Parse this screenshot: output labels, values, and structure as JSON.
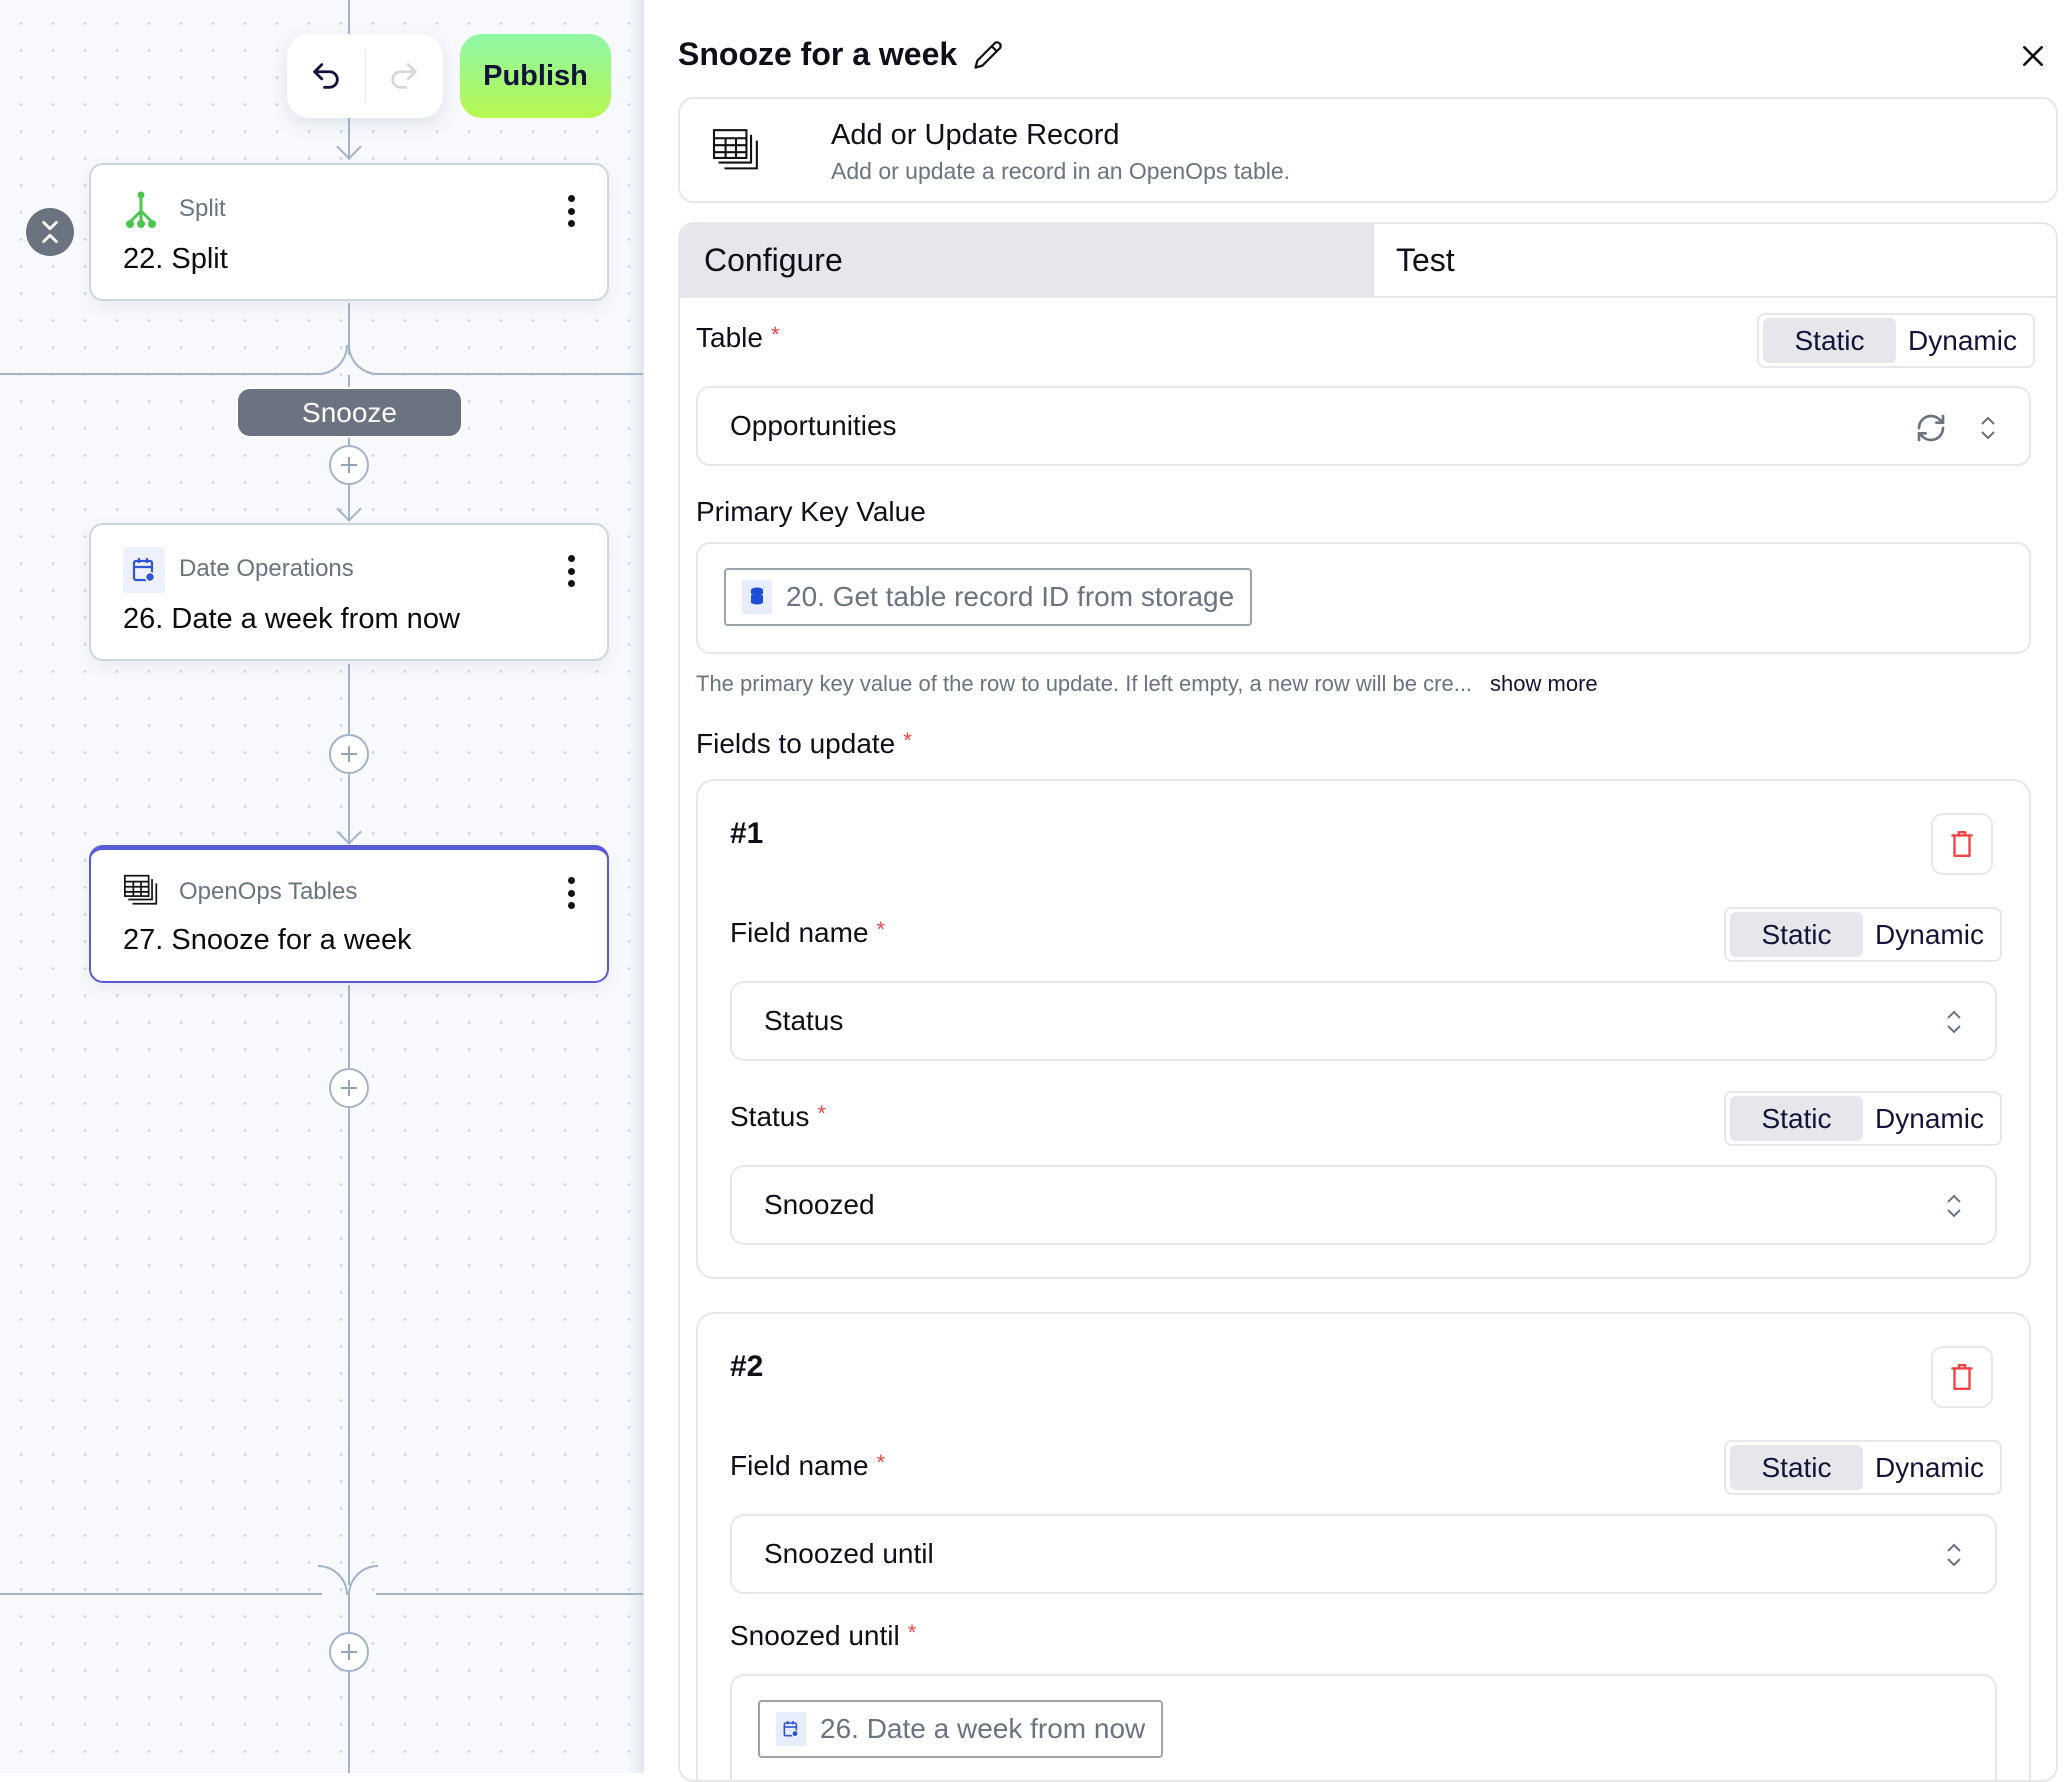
{
  "toolbar": {
    "undo_icon": "undo-icon",
    "redo_icon": "redo-icon",
    "publish_label": "Publish",
    "publish_gradient": [
      "#8ff7a7",
      "#b7f74f"
    ]
  },
  "canvas": {
    "nodes": [
      {
        "type": "Split",
        "title": "22. Split",
        "icon": "split-icon",
        "icon_color": "#4cc54c"
      },
      {
        "type": "Date Operations",
        "title": "26. Date a week from now",
        "icon": "calendar-clock-icon",
        "icon_color": "#2f55d4"
      },
      {
        "type": "OpenOps Tables",
        "title": "27. Snooze for a week",
        "icon": "table-icon",
        "selected": true,
        "selected_color": "#5b5bd6"
      }
    ],
    "branch_label": "Snooze",
    "collapse_icon": "collapse-icon",
    "add_step_icon": "plus-icon"
  },
  "panel": {
    "title": "Snooze for a week",
    "edit_icon": "pencil-icon",
    "close_icon": "close-icon",
    "action": {
      "name": "Add or Update Record",
      "description": "Add or update a record in an OpenOps table.",
      "icon": "table-icon"
    },
    "tabs": [
      {
        "label": "Configure",
        "active": true
      },
      {
        "label": "Test",
        "active": false
      }
    ],
    "toggle": {
      "static": "Static",
      "dynamic": "Dynamic"
    },
    "table": {
      "label": "Table",
      "required": "*",
      "mode": "Static",
      "value": "Opportunities",
      "refresh_icon": "refresh-icon",
      "chevron_icon": "chevron-up-down-icon"
    },
    "primary_key": {
      "label": "Primary Key Value",
      "chip": "20. Get table record ID from storage",
      "chip_icon": "database-icon",
      "help": "The primary key value of the row to update. If left empty, a new row will be cre...",
      "show_more": "show more"
    },
    "fields": {
      "label": "Fields to update",
      "required": "*",
      "items": [
        {
          "number": "#1",
          "field_name_label": "Field name",
          "field_name_mode": "Static",
          "field_name_value": "Status",
          "value_label": "Status",
          "value_mode": "Static",
          "value": "Snoozed"
        },
        {
          "number": "#2",
          "field_name_label": "Field name",
          "field_name_mode": "Static",
          "field_name_value": "Snoozed until",
          "value_label": "Snoozed until",
          "value_chip": "26. Date a week from now",
          "value_chip_icon": "calendar-clock-icon"
        }
      ]
    },
    "delete_icon": "trash-icon",
    "delete_color": "#ef4444"
  }
}
